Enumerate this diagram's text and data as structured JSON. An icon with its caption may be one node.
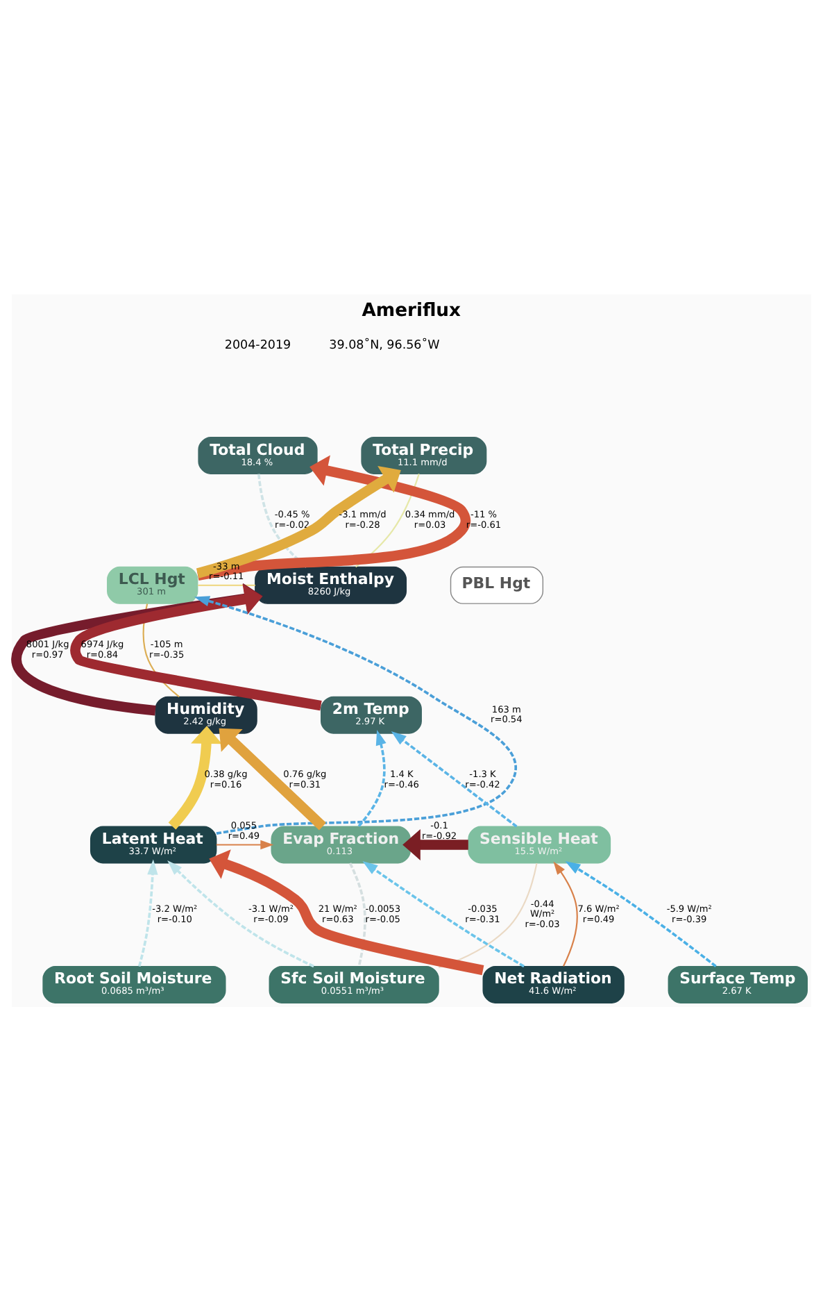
{
  "diagram": {
    "title": "Ameriflux",
    "nodes": [
      {
        "text": [
          "Total Cloud",
          "18.4 %"
        ]
      },
      {
        "text": [
          "Total Precip",
          "11.1 mm/d"
        ]
      },
      {
        "text": [
          "LCL Hgt",
          "301 m"
        ]
      },
      {
        "text": [
          "Moist Enthalpy",
          "8260 J/kg"
        ]
      },
      {
        "text": [
          "PBL Hgt"
        ]
      },
      {
        "text": [
          "Humidity",
          "2.42 g/kg"
        ]
      },
      {
        "text": [
          "2m Temp",
          "2.97 K"
        ]
      },
      {
        "text": [
          "Latent Heat",
          "33.7 W/m²"
        ]
      },
      {
        "text": [
          "Evap Fraction",
          "0.113"
        ]
      },
      {
        "text": [
          "Sensible Heat",
          "15.5 W/m²"
        ]
      },
      {
        "text": [
          "Root Soil Moisture",
          "0.0685 m³/m³"
        ]
      },
      {
        "text": [
          "Sfc Soil Moisture",
          "0.0551 m³/m³"
        ]
      },
      {
        "text": [
          "Net Radiation",
          "41.6 W/m²"
        ]
      },
      {
        "text": [
          "Surface Temp",
          "2.67 K"
        ]
      }
    ],
    "edges": [
      {
        "from": 2,
        "to": 0,
        "arrow": "to",
        "label": "-11 % r=-0.61",
        "style": "thick",
        "color": "#d4553a"
      },
      {
        "from": 0,
        "to": 3,
        "arrow": "none",
        "label": "-0.45 % r=-0.02",
        "style": "dashed",
        "color": "#cfe3e6"
      },
      {
        "from": 1,
        "to": 3,
        "arrow": "none",
        "label": "0.34 mm/d r=0.03",
        "color": "#e6e8a8"
      },
      {
        "from": 2,
        "to": 1,
        "arrow": "to",
        "label": "-3.1 mm/d r=-0.28",
        "style": "thick",
        "color": "#e0ab3e"
      },
      {
        "from": 2,
        "to": 3,
        "arrow": "none",
        "label": "-33 m r=-0.11",
        "color": "#efd98a"
      },
      {
        "from": 2,
        "to": 5,
        "arrow": "none",
        "label": "-105 m r=-0.35",
        "color": "#dcae55"
      },
      {
        "from": 7,
        "to": 2,
        "arrow": "to",
        "label": "163 m r=0.54",
        "style": "dashed",
        "color": "#4a9fd8"
      },
      {
        "from": 5,
        "to": 3,
        "arrow": "to",
        "label": "8001 J/kg r=0.97",
        "style": "thick",
        "color": "#761c2c"
      },
      {
        "from": 6,
        "to": 3,
        "arrow": "to",
        "label": "6974 J/kg r=0.84",
        "style": "thick",
        "color": "#9e2a30"
      },
      {
        "from": 7,
        "to": 5,
        "arrow": "to",
        "label": "0.38 g/kg r=0.16",
        "style": "thick",
        "color": "#f0cc50"
      },
      {
        "from": 8,
        "to": 5,
        "arrow": "to",
        "label": "0.76 g/kg r=0.31",
        "style": "thick",
        "color": "#e0a23e"
      },
      {
        "from": 8,
        "to": 6,
        "arrow": "to",
        "label": "1.4 K r=-0.46",
        "style": "dashed",
        "color": "#5ab4e6"
      },
      {
        "from": 9,
        "to": 6,
        "arrow": "to",
        "label": "-1.3 K r=-0.42",
        "style": "dashed",
        "color": "#5ab4e6"
      },
      {
        "from": 7,
        "to": 8,
        "arrow": "to",
        "label": "0.055 r=0.49",
        "color": "#d8814a"
      },
      {
        "from": 9,
        "to": 8,
        "arrow": "to",
        "label": "-0.1 r=-0.92",
        "style": "thick",
        "color": "#7a1e24"
      },
      {
        "from": 10,
        "to": 7,
        "arrow": "to",
        "label": "-3.2 W/m² r=-0.10",
        "style": "dashed",
        "color": "#bfe4ea"
      },
      {
        "from": 11,
        "to": 7,
        "arrow": "to",
        "label": "-3.1 W/m² r=-0.09",
        "style": "dashed",
        "color": "#bfe4ea"
      },
      {
        "from": 8,
        "to": 11,
        "arrow": "none",
        "label": "-0.0053 r=-0.05",
        "style": "dashed",
        "color": "#d5dfe0"
      },
      {
        "from": 12,
        "to": 8,
        "arrow": "to",
        "label": "-0.035 r=-0.31",
        "style": "dashed",
        "color": "#6ac4ea"
      },
      {
        "from": 9,
        "to": 11,
        "arrow": "none",
        "label": "-0.44 W/m² r=-0.03",
        "color": "#ead9c4"
      },
      {
        "from": 12,
        "to": 7,
        "arrow": "to",
        "label": "21 W/m² r=0.63",
        "style": "thick",
        "color": "#d4553a"
      },
      {
        "from": 12,
        "to": 9,
        "arrow": "to",
        "label": "7.6 W/m² r=0.49",
        "color": "#d8814a"
      },
      {
        "from": 13,
        "to": 9,
        "arrow": "to",
        "label": "-5.9 W/m² r=-0.39",
        "style": "dashed",
        "color": "#4ab0e6"
      }
    ],
    "labels": [
      "2004-2019",
      "39.08˚N, 96.56˚W"
    ]
  }
}
